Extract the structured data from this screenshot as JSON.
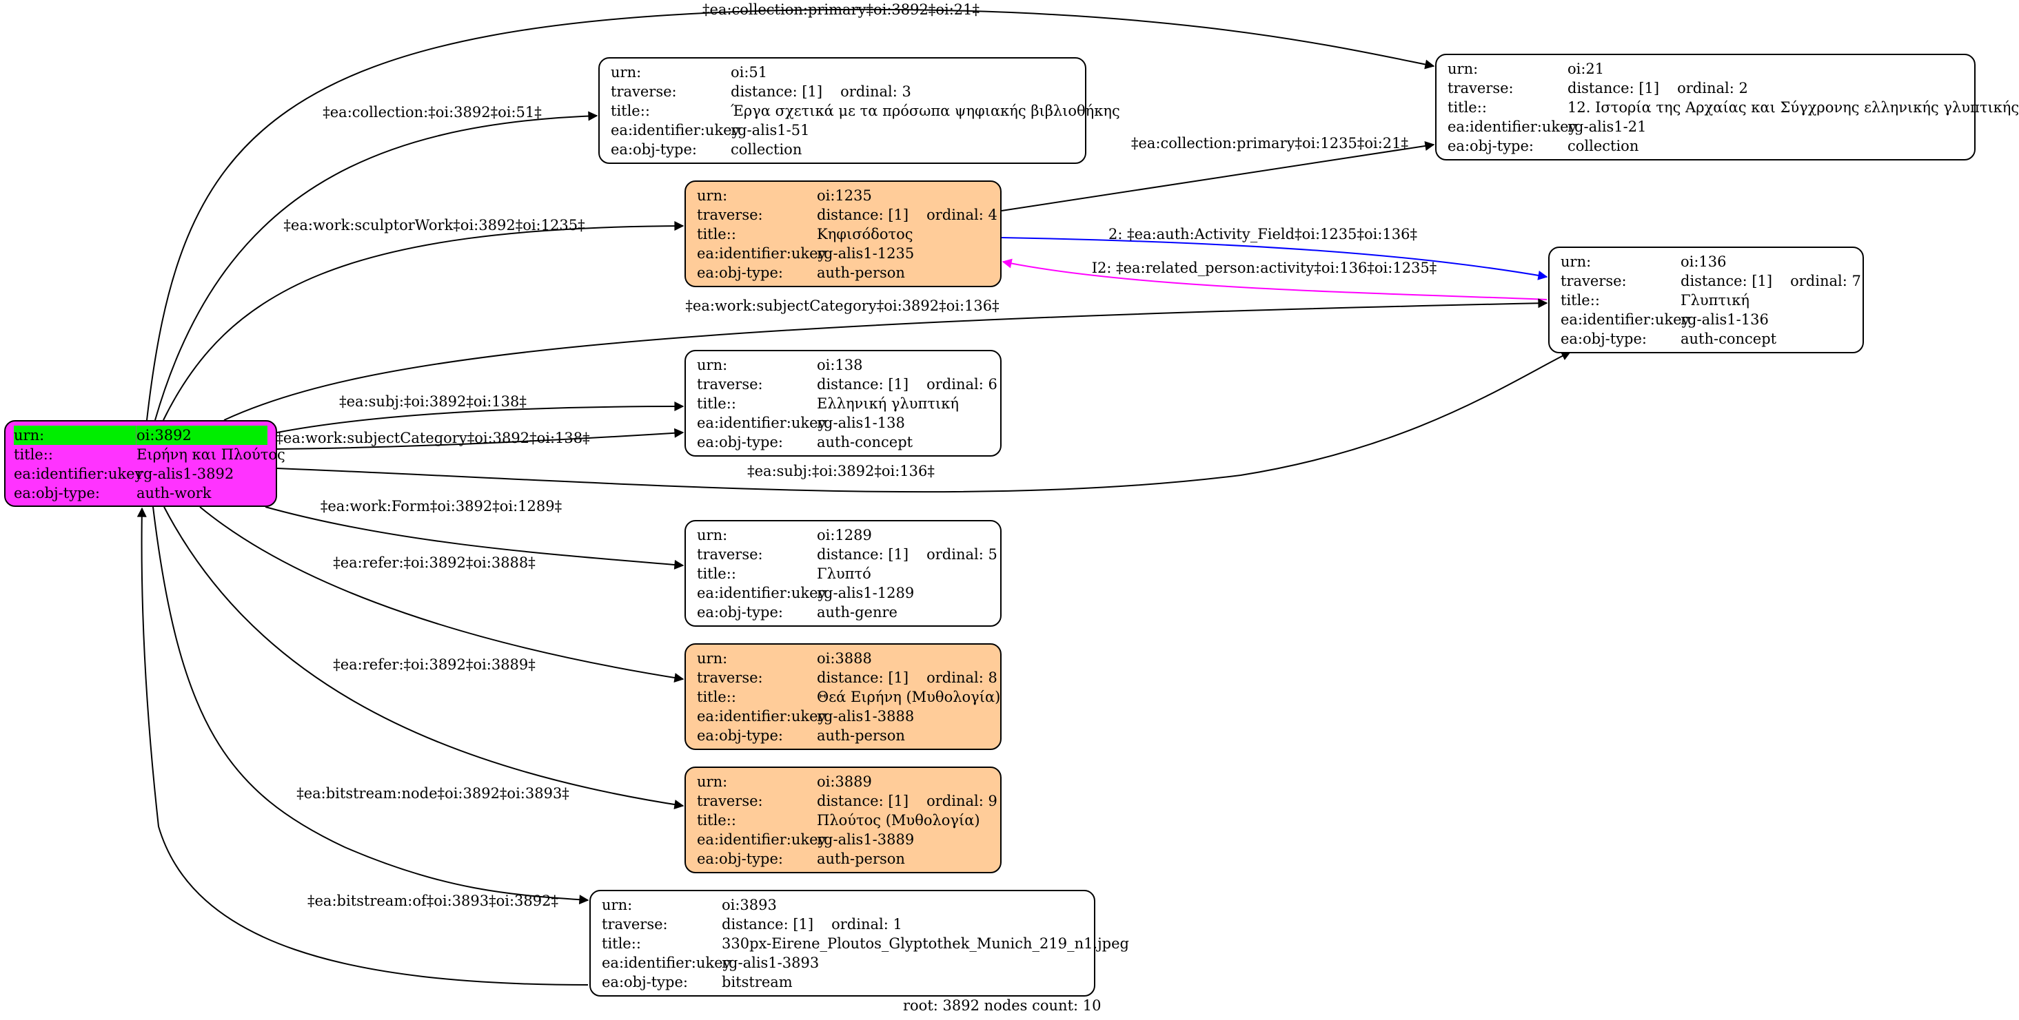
{
  "field_labels": {
    "urn": "urn:",
    "traverse": "traverse:",
    "title": "title::",
    "ukey": "ea:identifier:ukey",
    "objtype": "ea:obj-type:"
  },
  "nodes": {
    "n3892": {
      "urn": "oi:3892",
      "title": "Ειρήνη και Πλούτος",
      "ukey": "rg-alis1-3892",
      "objtype": "auth-work"
    },
    "n51": {
      "urn": "oi:51",
      "distance": "distance: [1]",
      "ordinal": "ordinal: 3",
      "title": "Έργα σχετικά με τα πρόσωπα ψηφιακής βιβλιοθήκης",
      "ukey": "rg-alis1-51",
      "objtype": "collection"
    },
    "n21": {
      "urn": "oi:21",
      "distance": "distance: [1]",
      "ordinal": "ordinal: 2",
      "title": "12. Ιστορία της Αρχαίας και Σύγχρονης ελληνικής γλυπτικής",
      "ukey": "rg-alis1-21",
      "objtype": "collection"
    },
    "n1235": {
      "urn": "oi:1235",
      "distance": "distance: [1]",
      "ordinal": "ordinal: 4",
      "title": "Κηφισόδοτος",
      "ukey": "rg-alis1-1235",
      "objtype": "auth-person"
    },
    "n136": {
      "urn": "oi:136",
      "distance": "distance: [1]",
      "ordinal": "ordinal: 7",
      "title": "Γλυπτική",
      "ukey": "rg-alis1-136",
      "objtype": "auth-concept"
    },
    "n138": {
      "urn": "oi:138",
      "distance": "distance: [1]",
      "ordinal": "ordinal: 6",
      "title": "Ελληνική γλυπτική",
      "ukey": "rg-alis1-138",
      "objtype": "auth-concept"
    },
    "n1289": {
      "urn": "oi:1289",
      "distance": "distance: [1]",
      "ordinal": "ordinal: 5",
      "title": "Γλυπτό",
      "ukey": "rg-alis1-1289",
      "objtype": "auth-genre"
    },
    "n3888": {
      "urn": "oi:3888",
      "distance": "distance: [1]",
      "ordinal": "ordinal: 8",
      "title": "Θεά Ειρήνη (Μυθολογία)",
      "ukey": "rg-alis1-3888",
      "objtype": "auth-person"
    },
    "n3889": {
      "urn": "oi:3889",
      "distance": "distance: [1]",
      "ordinal": "ordinal: 9",
      "title": "Πλούτος (Μυθολογία)",
      "ukey": "rg-alis1-3889",
      "objtype": "auth-person"
    },
    "n3893": {
      "urn": "oi:3893",
      "distance": "distance: [1]",
      "ordinal": "ordinal: 1",
      "title": "330px-Eirene_Ploutos_Glyptothek_Munich_219_n1.jpeg",
      "ukey": "rg-alis1-3893",
      "objtype": "bitstream"
    }
  },
  "edges": {
    "e_collection_primary_3892_21": "‡ea:collection:primary‡oi:3892‡oi:21‡",
    "e_collection_3892_51": "‡ea:collection:‡oi:3892‡oi:51‡",
    "e_collection_primary_1235_21": "‡ea:collection:primary‡oi:1235‡oi:21‡",
    "e_sculptorwork_3892_1235": "‡ea:work:sculptorWork‡oi:3892‡oi:1235‡",
    "e_activity_field_1235_136": "2: ‡ea:auth:Activity_Field‡oi:1235‡oi:136‡",
    "e_related_person_136_1235": "I2: ‡ea:related_person:activity‡oi:136‡oi:1235‡",
    "e_subjectcategory_3892_136": "‡ea:work:subjectCategory‡oi:3892‡oi:136‡",
    "e_subj_3892_138": "‡ea:subj:‡oi:3892‡oi:138‡",
    "e_subjectcategory_3892_138": "‡ea:work:subjectCategory‡oi:3892‡oi:138‡",
    "e_subj_3892_136": "‡ea:subj:‡oi:3892‡oi:136‡",
    "e_form_3892_1289": "‡ea:work:Form‡oi:3892‡oi:1289‡",
    "e_refer_3892_3888": "‡ea:refer:‡oi:3892‡oi:3888‡",
    "e_refer_3892_3889": "‡ea:refer:‡oi:3892‡oi:3889‡",
    "e_bitstream_node_3892_3893": "‡ea:bitstream:node‡oi:3892‡oi:3893‡",
    "e_bitstream_of_3893_3892": "‡ea:bitstream:of‡oi:3893‡oi:3892‡"
  },
  "footer": "root: 3892 nodes count: 10",
  "colors": {
    "root_fill": "#ff33ff",
    "root_highlight": "#00ee00",
    "person_fill": "#ffcc99",
    "default_fill": "#ffffff",
    "edge_default": "#000000",
    "edge_blue": "#0000ff",
    "edge_magenta": "#ff00ff"
  }
}
